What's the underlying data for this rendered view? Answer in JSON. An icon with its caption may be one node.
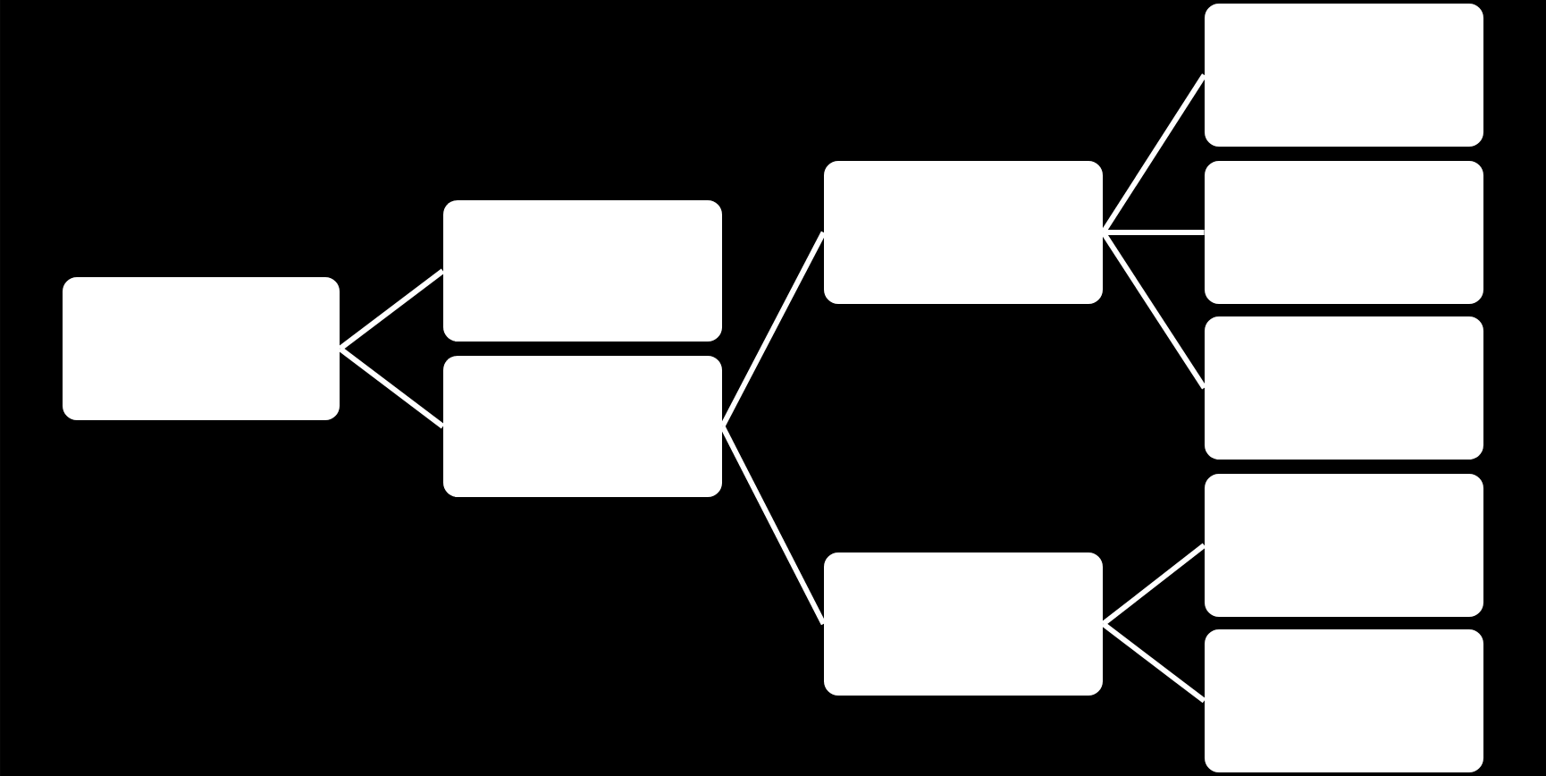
{
  "diagram": {
    "nodes": [
      {
        "text": [],
        "shape": "box"
      },
      {
        "text": [],
        "shape": "box"
      },
      {
        "text": [],
        "shape": "box"
      },
      {
        "text": [],
        "shape": "box"
      },
      {
        "text": [],
        "shape": "box"
      },
      {
        "text": [],
        "shape": "box"
      },
      {
        "text": [],
        "shape": "box"
      },
      {
        "text": [],
        "shape": "box"
      },
      {
        "text": [],
        "shape": "box"
      },
      {
        "text": [],
        "shape": "box"
      }
    ],
    "edges": [
      {
        "from": 0,
        "to": 1,
        "arrow": "none"
      },
      {
        "from": 0,
        "to": 2,
        "arrow": "none"
      },
      {
        "from": 2,
        "to": 3,
        "arrow": "none"
      },
      {
        "from": 2,
        "to": 4,
        "arrow": "none"
      },
      {
        "from": 3,
        "to": 5,
        "arrow": "none"
      },
      {
        "from": 3,
        "to": 6,
        "arrow": "none"
      },
      {
        "from": 3,
        "to": 7,
        "arrow": "none"
      },
      {
        "from": 4,
        "to": 8,
        "arrow": "none"
      },
      {
        "from": 4,
        "to": 9,
        "arrow": "none"
      }
    ]
  }
}
